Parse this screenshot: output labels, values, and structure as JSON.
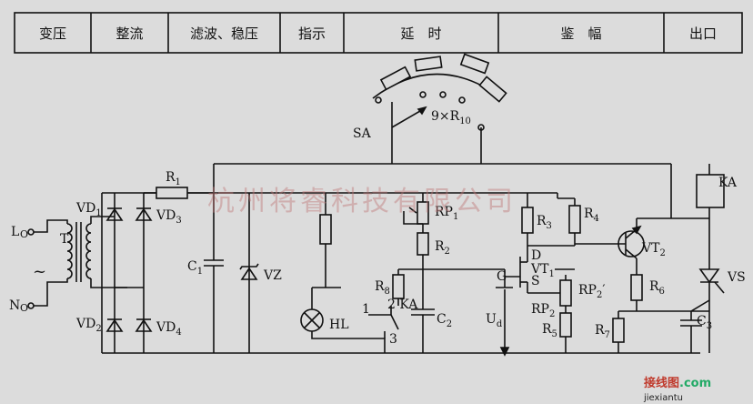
{
  "header_blocks": [
    "变压",
    "整流",
    "滤波、稳压",
    "指示",
    "延　时",
    "鉴　幅",
    "出口"
  ],
  "labels": {
    "L": "L",
    "N": "N",
    "O_top": "O",
    "O_bot": "O",
    "T": "T",
    "R1": "R",
    "R1_sub": "1",
    "VD1": "VD",
    "VD1_sub": "1",
    "VD2": "VD",
    "VD2_sub": "2",
    "VD3": "VD",
    "VD3_sub": "3",
    "VD4": "VD",
    "VD4_sub": "4",
    "C1": "C",
    "C1_sub": "1",
    "VZ": "VZ",
    "HL": "HL",
    "SA": "SA",
    "R10": "9×R",
    "R10_sub": "10",
    "RP1": "RP",
    "RP1_sub": "1",
    "R2": "R",
    "R2_sub": "2",
    "R8": "R",
    "R8_sub": "8",
    "KA_contact": "2 KA",
    "C2": "C",
    "C2_sub": "2",
    "sw1": "1",
    "sw3": "3",
    "Ud": "U",
    "Ud_sub": "d",
    "R3": "R",
    "R3_sub": "3",
    "R4": "R",
    "R4_sub": "4",
    "D": "D",
    "G": "G",
    "S": "S",
    "VT1": "VT",
    "VT1_sub": "1",
    "RP2p": "RP",
    "RP2p_sub": "2",
    "RP2p_prime": "′",
    "RP2": "RP",
    "RP2_sub": "2",
    "R5": "R",
    "R5_sub": "5",
    "VT2": "VT",
    "VT2_sub": "2",
    "R6": "R",
    "R6_sub": "6",
    "R7": "R",
    "R7_sub": "7",
    "C3": "C",
    "C3_sub": "3",
    "KA": "KA",
    "VS": "VS"
  },
  "watermark": "杭州将睿科技有限公司",
  "site_logo": {
    "part1": "接线图",
    "part2": ".com",
    "part3": "jiexiantu"
  },
  "colors": {
    "ink": "#111111",
    "background": "#dcdcdc",
    "watermark": "#be7878"
  }
}
